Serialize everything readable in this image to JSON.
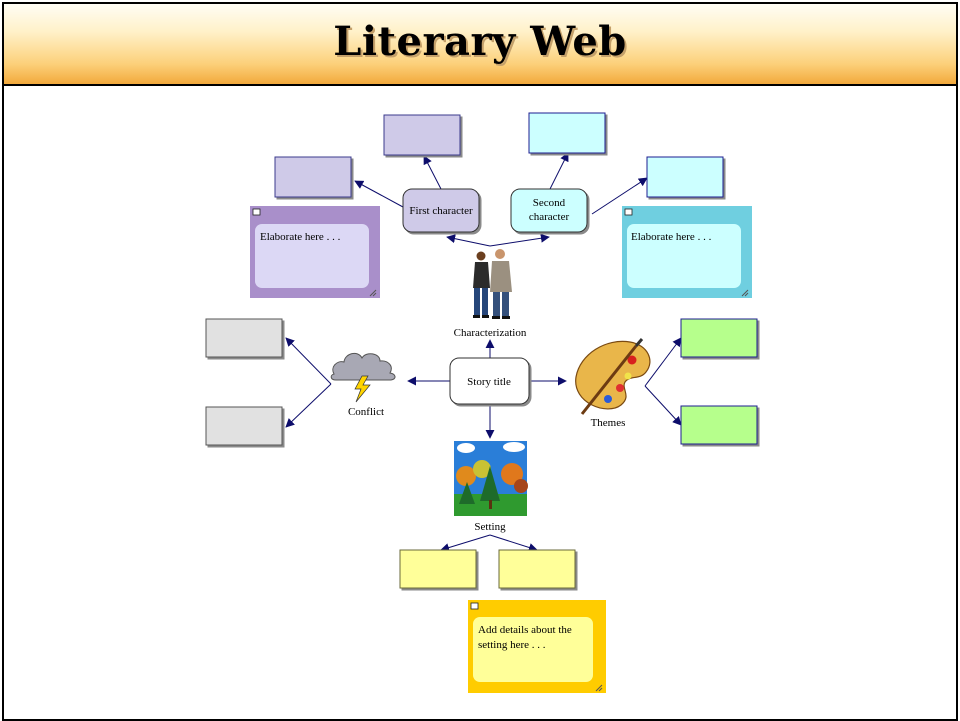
{
  "title": "Literary Web",
  "center": {
    "label": "Story title"
  },
  "topics": {
    "characterization": "Characterization",
    "conflict": "Conflict",
    "themes": "Themes",
    "setting": "Setting"
  },
  "characters": {
    "first": "First character",
    "second_line1": "Second",
    "second_line2": "character"
  },
  "notes": {
    "first_character": "Elaborate here . . .",
    "second_character": "Elaborate here . . .",
    "setting_line1": "Add details about the",
    "setting_line2": "setting here . . ."
  },
  "colors": {
    "arrow": "#0d0d6b",
    "purple_box": "#cfcae8",
    "cyan_box": "#ccffff",
    "gray_box": "#e1e1e1",
    "green_box": "#b6ff8c",
    "yellow_box": "#ffff99",
    "purple_note": "#a98fca",
    "cyan_note": "#6fcfe0",
    "yellow_note": "#ffcc00"
  },
  "icons": {
    "characterization": "people-icon",
    "conflict": "storm-cloud-icon",
    "themes": "paint-palette-icon",
    "setting": "forest-icon"
  }
}
